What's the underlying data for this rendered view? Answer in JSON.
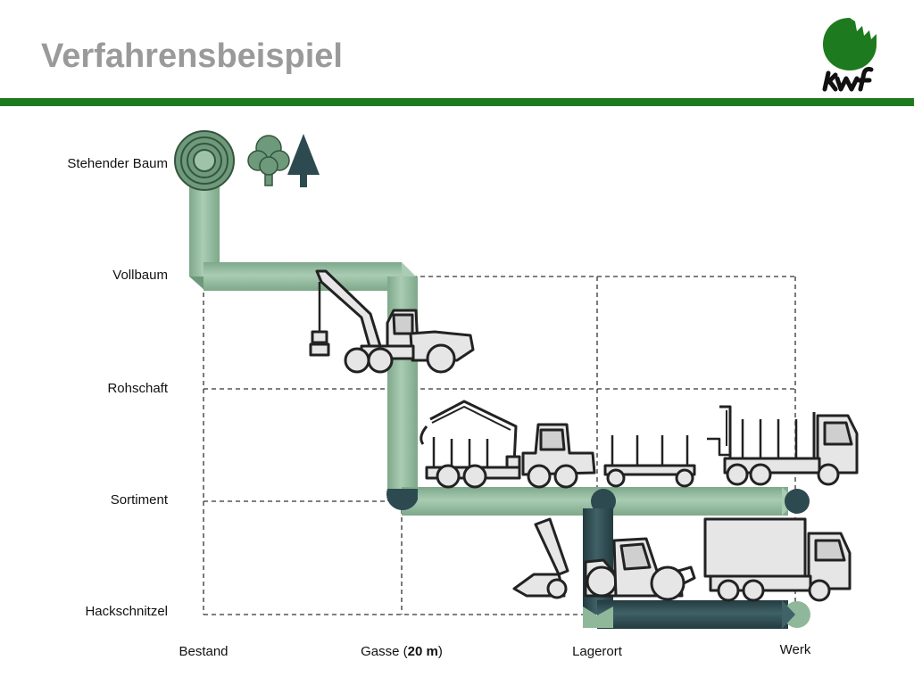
{
  "header": {
    "title": "Verfahrensbeispiel"
  },
  "logo": {
    "text": "kwf"
  },
  "rows": [
    "Stehender Baum",
    "Vollbaum",
    "Rohschaft",
    "Sortiment",
    "Hackschnitzel"
  ],
  "columns": {
    "bestand": "Bestand",
    "gasse_prefix": "Gasse (",
    "gasse_bold": "20 m",
    "gasse_suffix": ")",
    "lagerort": "Lagerort",
    "werk": "Werk"
  },
  "colors": {
    "accent_green": "#1e7a1e",
    "title_gray": "#9a9a9a",
    "flow_light": "#8fb89a",
    "flow_dark": "#2d4a50",
    "machine_fill": "#e6e6e6",
    "machine_stroke": "#222222"
  },
  "icons": [
    "tree-ring-icon",
    "deciduous-tree-icon",
    "conifer-tree-icon",
    "harvester-icon",
    "forwarder-icon",
    "log-trailer-icon",
    "log-truck-icon",
    "chipper-icon",
    "chip-truck-icon"
  ]
}
